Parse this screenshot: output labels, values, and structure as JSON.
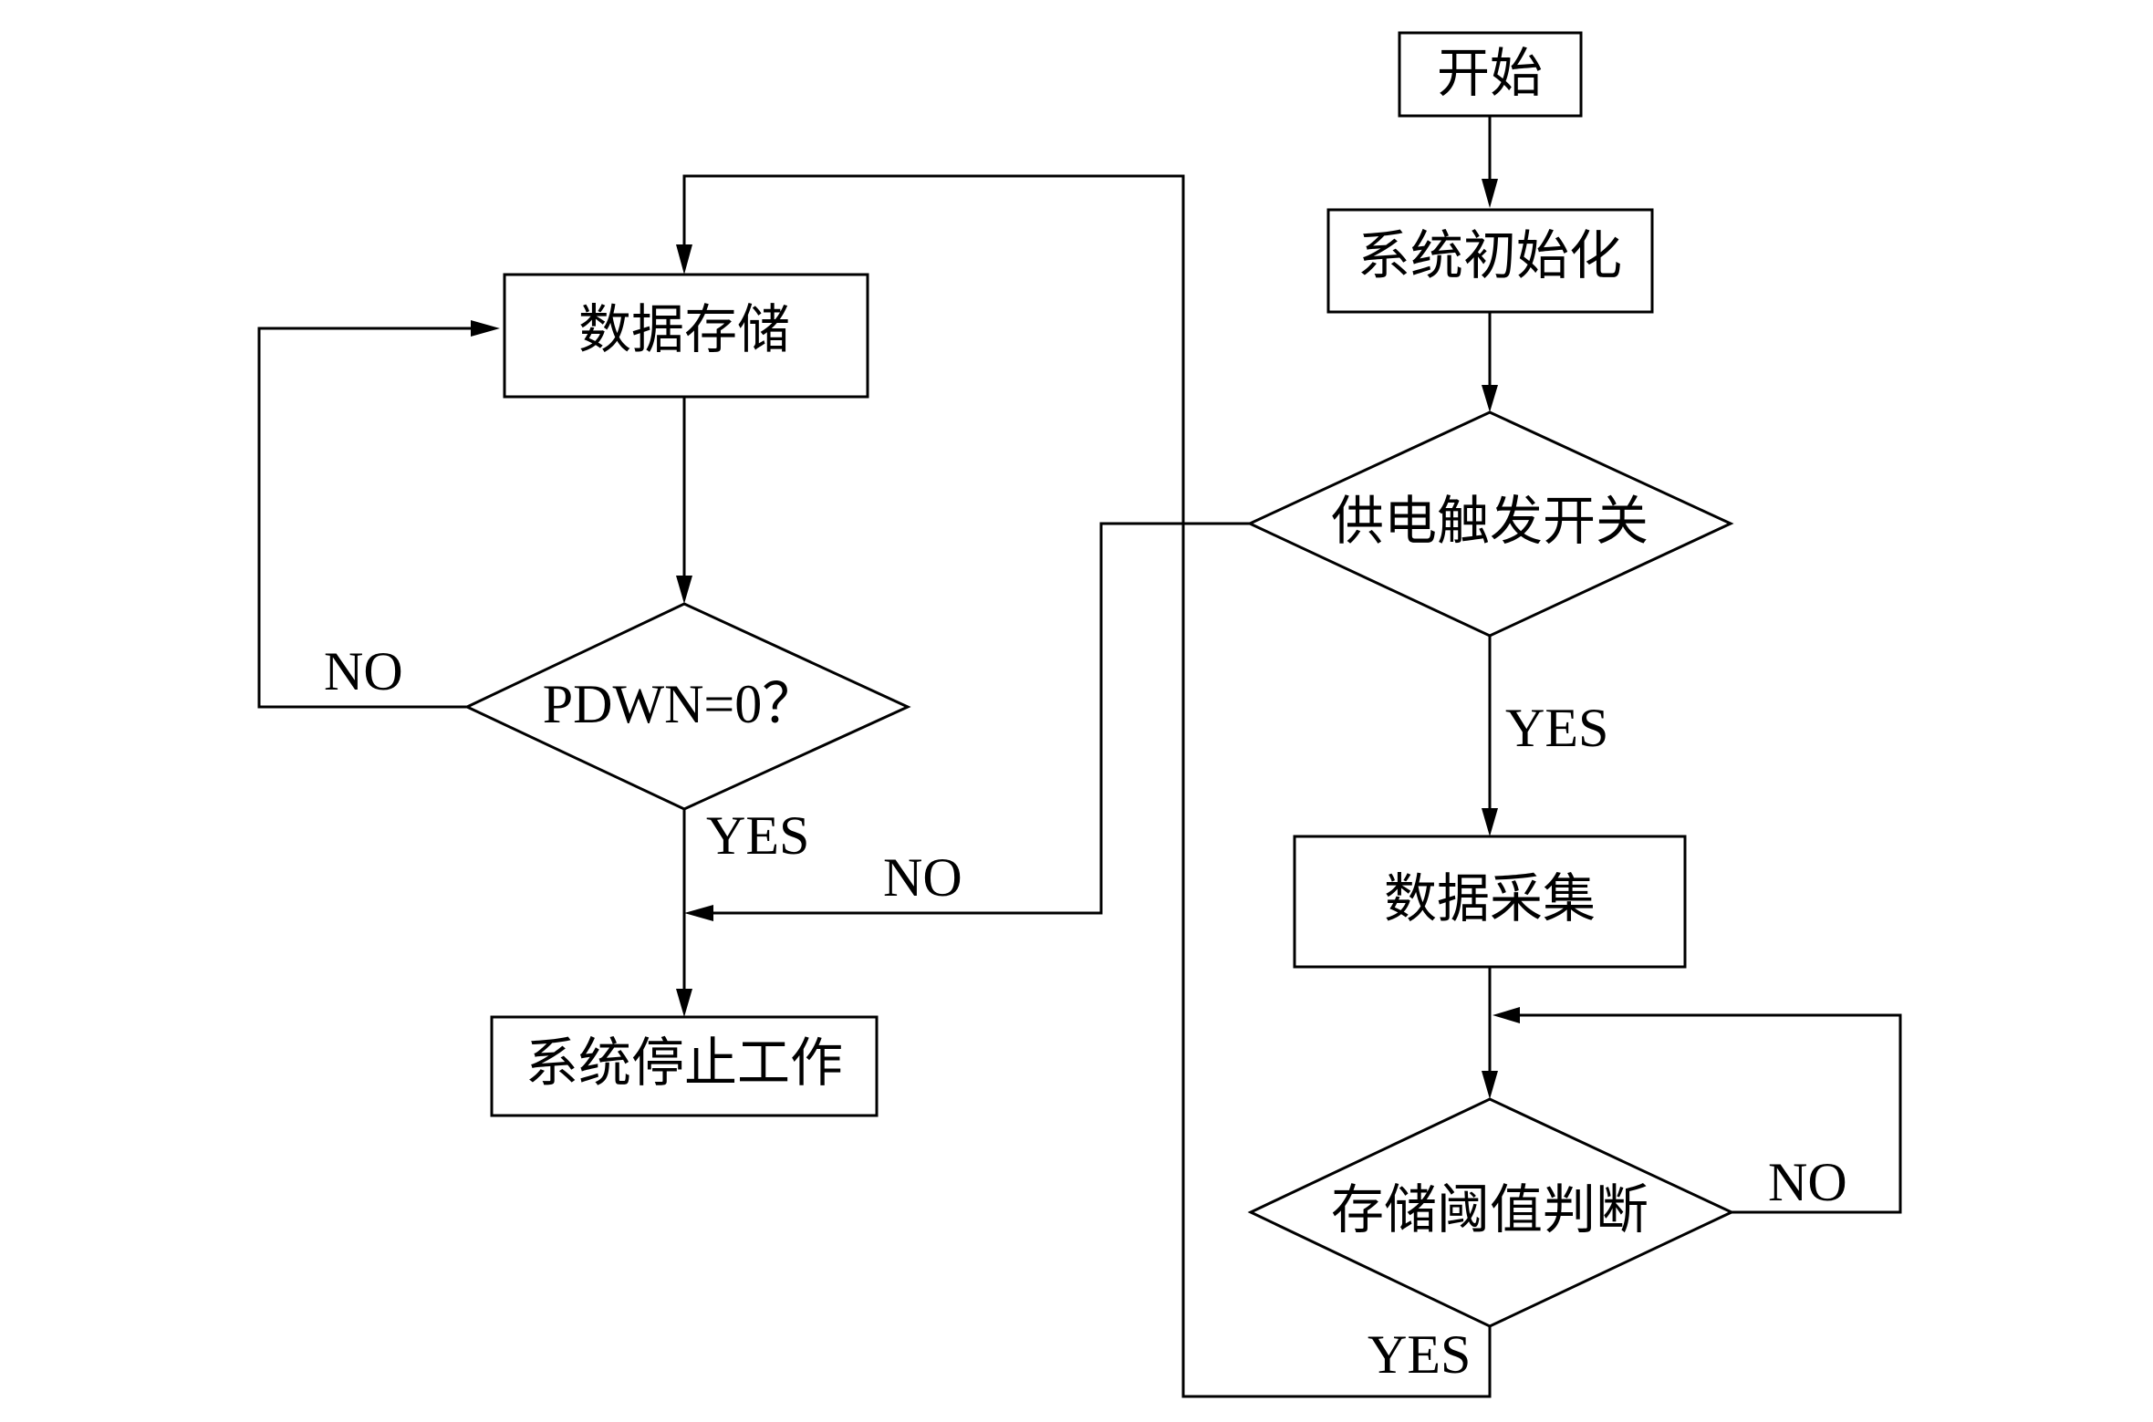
{
  "nodes": {
    "start": "开始",
    "init": "系统初始化",
    "power_switch": "供电触发开关",
    "data_collect": "数据采集",
    "threshold": "存储阈值判断",
    "data_store": "数据存储",
    "pdwn_check": "PDWN=0？",
    "system_stop": "系统停止工作"
  },
  "edge_labels": {
    "power_switch_yes": "YES",
    "power_switch_no": "NO",
    "threshold_yes": "YES",
    "threshold_no": "NO",
    "pdwn_yes": "YES",
    "pdwn_no": "NO"
  }
}
